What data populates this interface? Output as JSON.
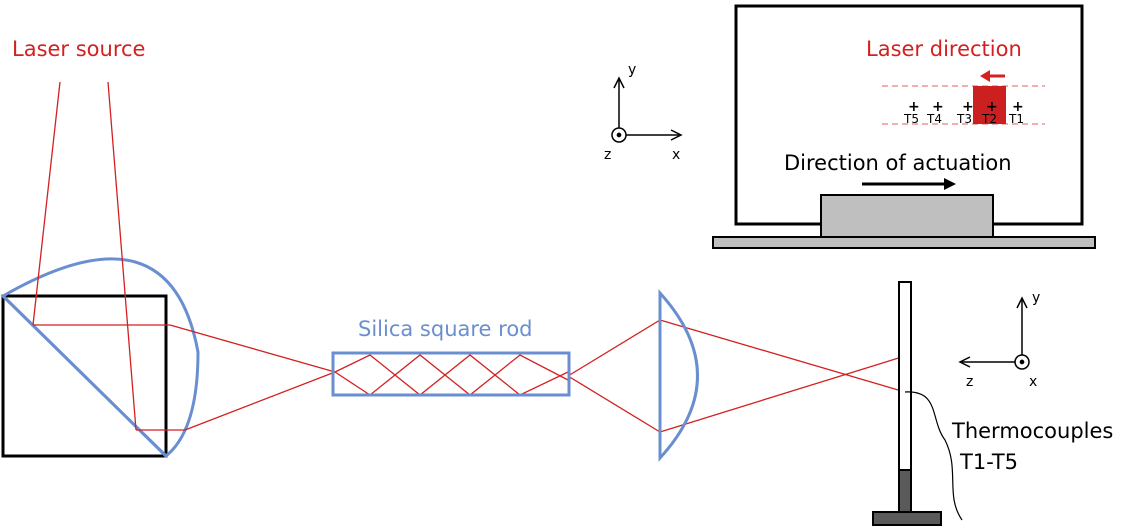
{
  "labels": {
    "laser_source": "Laser source",
    "silica_rod": "Silica square rod",
    "laser_direction": "Laser direction",
    "direction_of_actuation": "Direction of actuation",
    "thermocouples_line1": "Thermocouples",
    "thermocouples_line2": "T1-T5"
  },
  "axes_top": {
    "y": "y",
    "x": "x",
    "z": "z"
  },
  "axes_right": {
    "y": "y",
    "z": "z",
    "x": "x"
  },
  "thermocouples": [
    "T5",
    "T4",
    "T3",
    "T2",
    "T1"
  ],
  "colors": {
    "laser": "#d42020",
    "optics": "#6a8fd0",
    "frame": "#000000",
    "stage": "#bfbfbf",
    "tc_mount": "#5a5a5a",
    "beam_spot": "#cc1f1f",
    "dashed_track": "#e88080"
  }
}
